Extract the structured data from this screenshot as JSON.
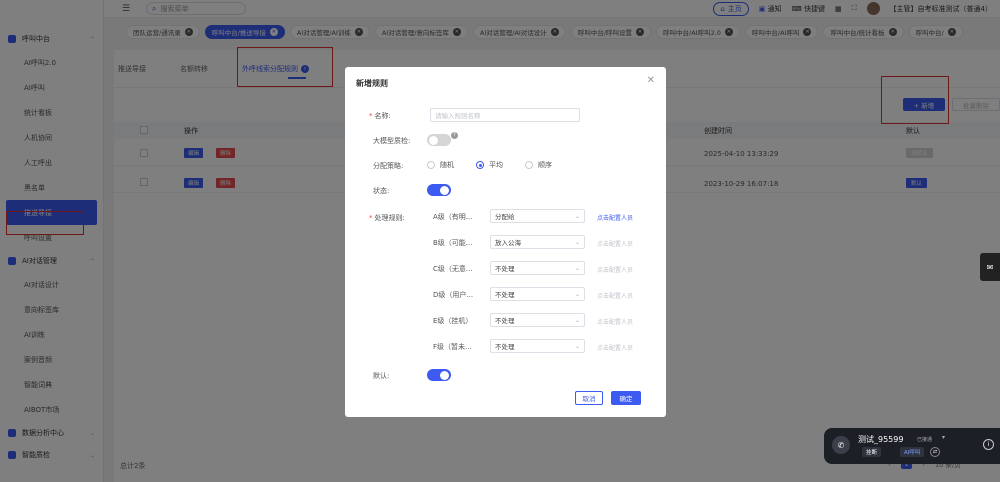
{
  "topbar": {
    "search_placeholder": "搜索菜单",
    "home_label": "主页",
    "notice_label": "通知",
    "quicklink_label": "快捷键",
    "user_label": "【主管】自考标准测试（普通4）"
  },
  "tabs": [
    {
      "label": "团队运营/通讯录",
      "active": false
    },
    {
      "label": "呼叫中台/推送导接",
      "active": true
    },
    {
      "label": "AI对话管理/AI训练",
      "active": false
    },
    {
      "label": "AI对话管理/意向标签库",
      "active": false
    },
    {
      "label": "AI对话管理/AI对话设计",
      "active": false
    },
    {
      "label": "呼叫中台/呼叫设置",
      "active": false
    },
    {
      "label": "呼叫中台/AI呼叫2.0",
      "active": false
    },
    {
      "label": "呼叫中台/AI呼叫",
      "active": false
    },
    {
      "label": "呼叫中台/统计看板",
      "active": false
    },
    {
      "label": "呼叫中台/",
      "active": false
    }
  ],
  "sidebar": {
    "group1": "呼叫中台",
    "items1": [
      "AI呼叫2.0",
      "AI呼叫",
      "统计看板",
      "人机协同",
      "人工呼出",
      "黑名单",
      "推送导接",
      "呼叫设置"
    ],
    "group2": "AI对话管理",
    "items2": [
      "AI对话设计",
      "意向标签库",
      "AI训练",
      "案例音频",
      "智能词典",
      "AIBOT市场"
    ],
    "group3": "数据分析中心",
    "group4": "智能质检"
  },
  "subtabs": [
    "推送导接",
    "名额转移",
    "外呼线索分配规则"
  ],
  "toolbar": {
    "add_label": "+ 新增",
    "batch_delete_label": "批量删除"
  },
  "table": {
    "headers": [
      "操作",
      "创建时间",
      "默认"
    ],
    "rows": [
      {
        "edit": "编辑",
        "delete": "删除",
        "created": "2025-04-10 13:33:29",
        "default": "设默认",
        "is_default": false
      },
      {
        "edit": "编辑",
        "delete": "删除",
        "created": "2023-10-29 16:07:18",
        "default": "默认",
        "is_default": true
      }
    ],
    "total": "总计2条",
    "page": "1",
    "page_size": "10 条/页"
  },
  "dialog": {
    "title": "新增规则",
    "name_label": "名称:",
    "name_placeholder": "请输入规则名称",
    "llm_label": "大模型质检:",
    "strategy_label": "分配策略:",
    "strategy_options": [
      "随机",
      "平均",
      "顺序"
    ],
    "strategy_selected": 1,
    "status_label": "状态:",
    "rule_label": "处理规则:",
    "rules": [
      {
        "level": "A级（有明...",
        "action": "分配给",
        "link": "点击配置人员",
        "enabled": true
      },
      {
        "level": "B级（可能...",
        "action": "放入公海",
        "link": "点击配置人员",
        "enabled": false
      },
      {
        "level": "C级（无意...",
        "action": "不处理",
        "link": "点击配置人员",
        "enabled": false
      },
      {
        "level": "D级（用户...",
        "action": "不处理",
        "link": "点击配置人员",
        "enabled": false
      },
      {
        "level": "E级（挂机）",
        "action": "不处理",
        "link": "点击配置人员",
        "enabled": false
      },
      {
        "level": "F级（暂未...",
        "action": "不处理",
        "link": "点击配置人员",
        "enabled": false
      }
    ],
    "default_label": "默认:",
    "cancel_label": "取消",
    "ok_label": "确定"
  },
  "call_widget": {
    "name": "测试_95599",
    "status": "已接通",
    "hangup_label": "挂断",
    "ai_label": "AI呼叫"
  },
  "colors": {
    "accent": "#3d5af1",
    "danger": "#e5484d",
    "annotation": "#e03131"
  }
}
